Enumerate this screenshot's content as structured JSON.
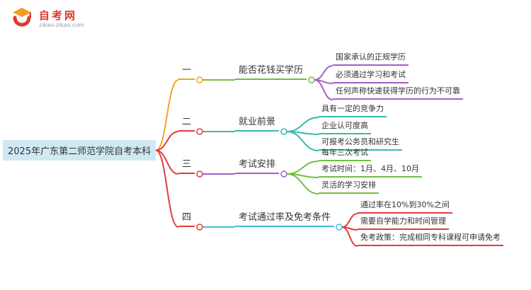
{
  "site": {
    "name": "自考网",
    "domain": "zikao-zikao.com"
  },
  "root": {
    "label": "2025年广东第二师范学院自考本科",
    "bg_color": "#cfe9f3"
  },
  "branches": [
    {
      "index_label": "一",
      "incoming_color": "#f5a31d",
      "topic": "能否花钱买学历",
      "topic_color": "#70bf3f",
      "leaf_color": "#a55cc9",
      "leaves": [
        "国家承认的正规学历",
        "必须通过学习和考试",
        "任何声称快速获得学历的行为不可靠"
      ]
    },
    {
      "index_label": "二",
      "incoming_color": "#e23b3b",
      "topic": "就业前景",
      "topic_color": "#38b8ae",
      "leaf_color": "#38b8ae",
      "leaves": [
        "具有一定的竞争力",
        "企业认可度高",
        "可报考公务员和研究生"
      ]
    },
    {
      "index_label": "三",
      "incoming_color": "#e23b3b",
      "topic": "考试安排",
      "topic_color": "#a55cc9",
      "leaf_color": "#70bf3f",
      "leaves": [
        "每年三次考试",
        "考试时间：1月、4月、10月",
        "灵活的学习安排"
      ]
    },
    {
      "index_label": "四",
      "incoming_color": "#e23b3b",
      "topic": "考试通过率及免考条件",
      "topic_color": "#3ec0dc",
      "leaf_color": "#e23b3b",
      "leaves": [
        "通过率在10%到30%之间",
        "需要自学能力和时间管理",
        "免考政策：完成相同专科课程可申请免考"
      ]
    }
  ],
  "logo_colors": {
    "red": "#e0392d",
    "orange": "#f59b22"
  }
}
